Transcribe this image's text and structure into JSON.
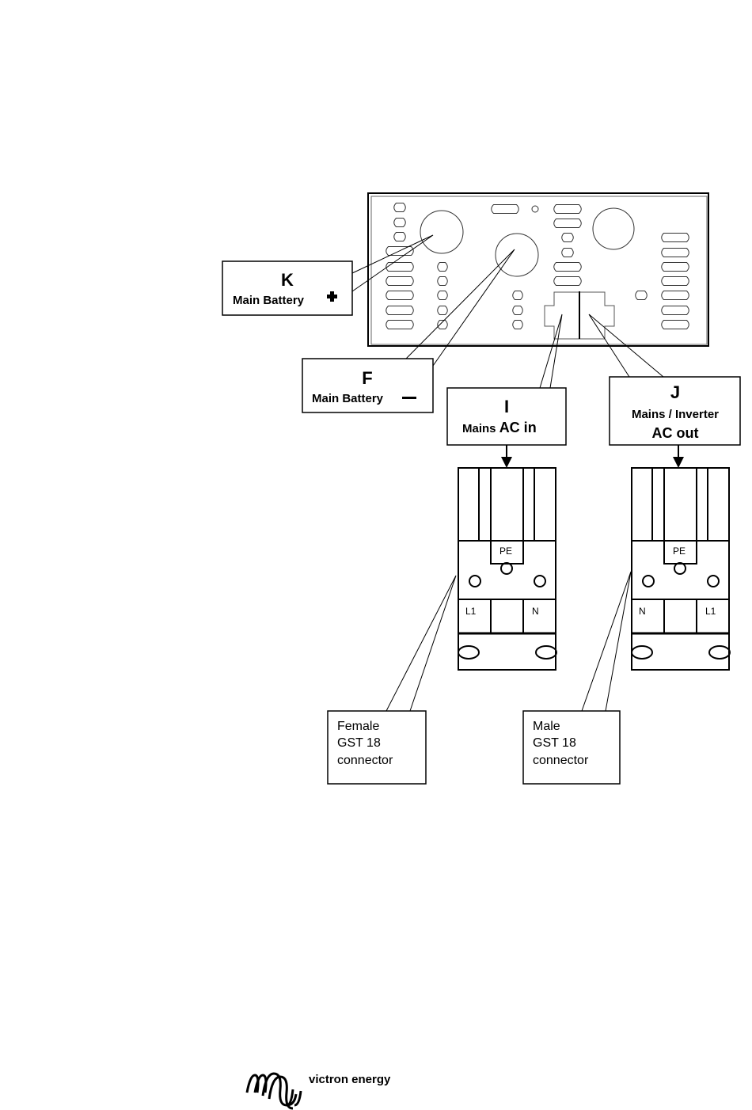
{
  "labels": {
    "K": {
      "letter": "K",
      "line1": "Main Battery",
      "symbol": "plus-icon"
    },
    "F": {
      "letter": "F",
      "line1": "Main Battery",
      "symbol": "minus-icon"
    },
    "I": {
      "letter": "I",
      "line1_a": "Mains ",
      "line1_b": "AC in"
    },
    "J": {
      "letter": "J",
      "line1": "Mains / Inverter",
      "line2": "AC out"
    }
  },
  "connectors": {
    "female": {
      "pe": "PE",
      "left": "L1",
      "right": "N",
      "label": [
        "Female",
        "GST 18",
        "connector"
      ]
    },
    "male": {
      "pe": "PE",
      "left": "N",
      "right": "L1",
      "label": [
        "Male",
        "GST 18",
        "connector"
      ]
    }
  },
  "logo": {
    "text": "victron energy"
  }
}
